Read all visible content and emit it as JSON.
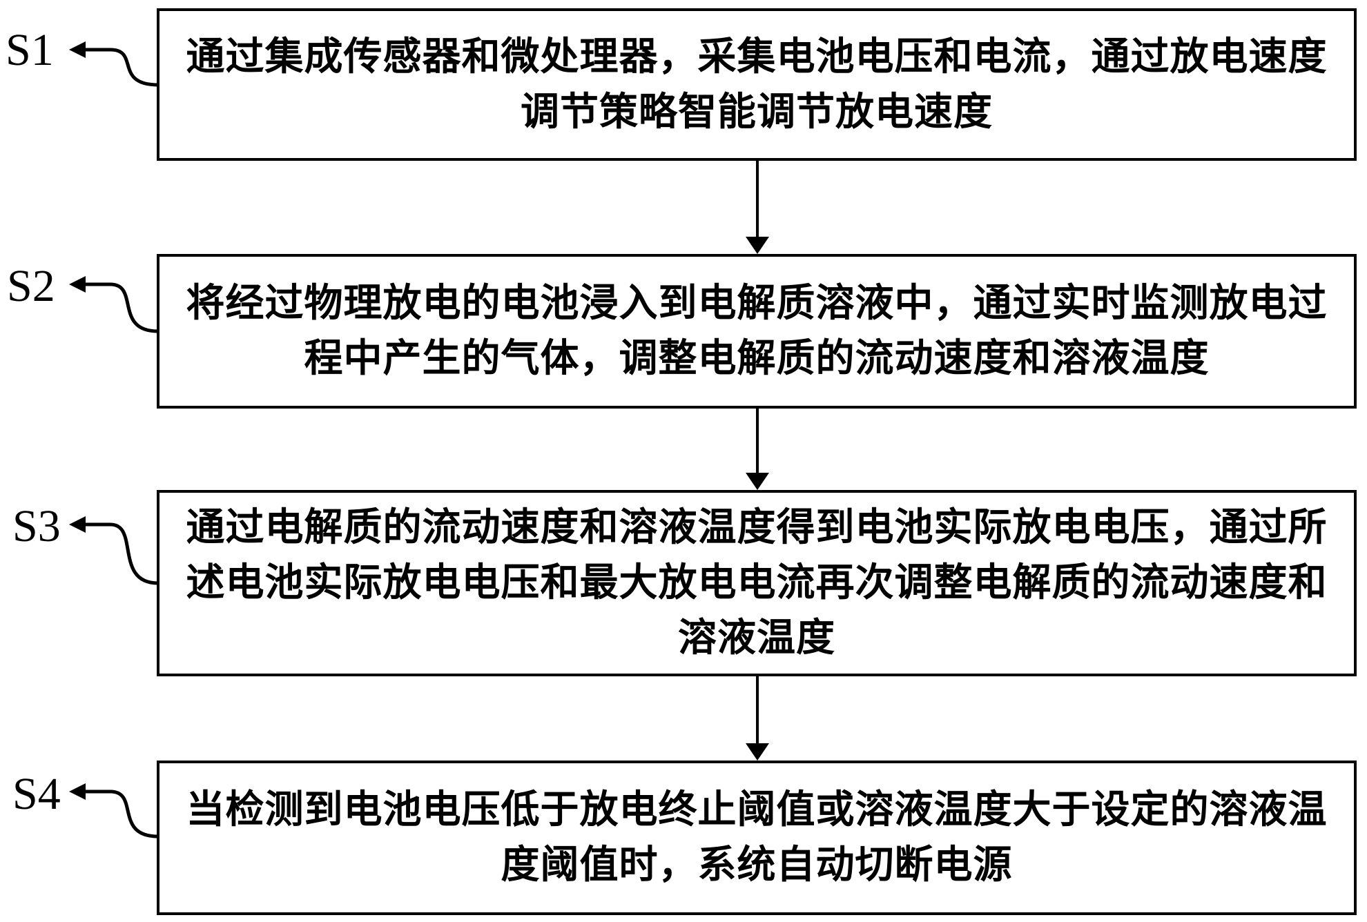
{
  "figure": {
    "background_color": "#ffffff",
    "line_color": "#000000",
    "steps": [
      {
        "label": "S1",
        "lines": [
          "通过集成传感器和微处理器，采集电池电压和电流，通过放电速度",
          "调节策略智能调节放电速度"
        ]
      },
      {
        "label": "S2",
        "lines": [
          "将经过物理放电的电池浸入到电解质溶液中，通过实时监测放电过",
          "程中产生的气体，调整电解质的流动速度和溶液温度"
        ]
      },
      {
        "label": "S3",
        "lines": [
          "通过电解质的流动速度和溶液温度得到电池实际放电电压，通过所",
          "述电池实际放电电压和最大放电电流再次调整电解质的流动速度和",
          "溶液温度"
        ]
      },
      {
        "label": "S4",
        "lines": [
          "当检测到电池电压低于放电终止阈值或溶液温度大于设定的溶液温",
          "度阈值时，系统自动切断电源"
        ]
      }
    ]
  }
}
